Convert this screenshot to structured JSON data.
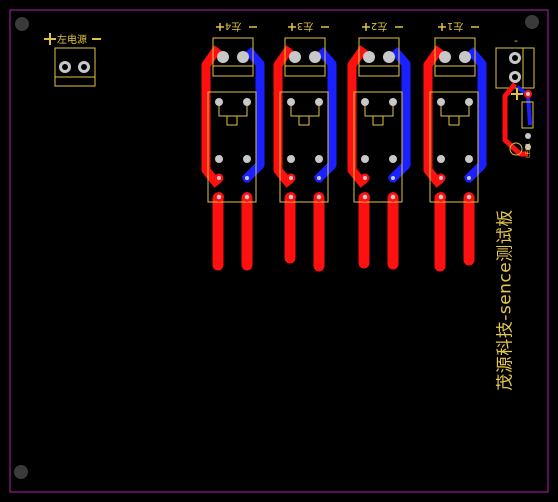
{
  "board": {
    "title": "茂源科技-sence测试板",
    "power_label": "左电源",
    "connector_labels": [
      "左4",
      "左3",
      "左2",
      "左1"
    ],
    "right_connector_label": "-",
    "small_label": "LED1",
    "plus_sign": "+",
    "minus_sign": "−",
    "colors": {
      "background": "#000000",
      "outline": "#b020b0",
      "silkscreen": "#e0c440",
      "top_copper": "#ff1010",
      "bottom_copper": "#1a20ff",
      "pad": "#c8c8c8",
      "mount_hole": "#3a3a3a"
    }
  },
  "icons": {
    "mount_hole": "mounting-hole-icon",
    "pad": "via-pad-icon"
  }
}
